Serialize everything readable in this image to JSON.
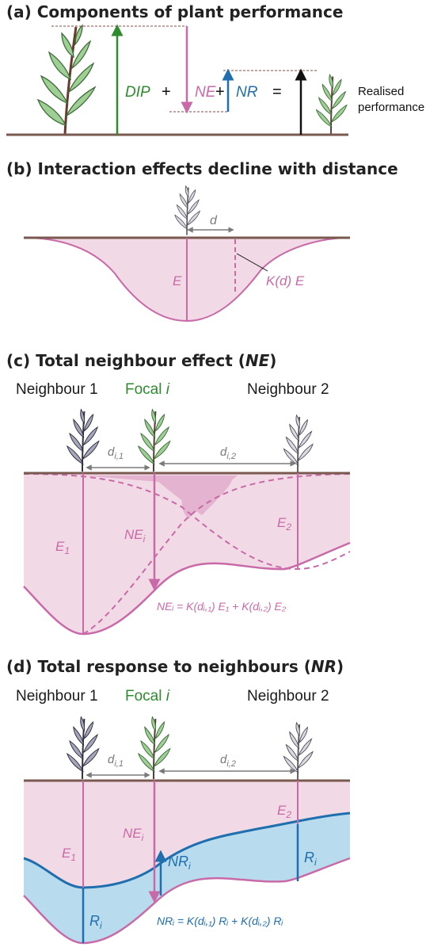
{
  "colors": {
    "green": "#2e8b2e",
    "pink": "#c96aa8",
    "pink_fill": "#f2d9e6",
    "pink_dark_fill": "#e4b3cf",
    "blue": "#1f6fae",
    "blue_fill": "#b8dcee",
    "ground": "#8a6a5e",
    "grey": "#7a7a7a",
    "black": "#111111"
  },
  "icons": {
    "focal_plant": "green-leafy-plant-icon",
    "neighbour_plant": "grey-leafy-plant-icon"
  },
  "panel_a": {
    "title": "(a) Components of plant performance",
    "dip_label": "DIP",
    "plus1": "+",
    "ne_label": "NE",
    "plus2": "+",
    "nr_label": "NR",
    "equals": "=",
    "realised_line1": "Realised",
    "realised_line2": "performance"
  },
  "panel_b": {
    "title": "(b) Interaction effects decline with distance",
    "d_label": "d",
    "e_label": "E",
    "kd_label": "K(d) E"
  },
  "panel_c": {
    "title_prefix": "(c) Total neighbour effect (",
    "title_em": "NE",
    "title_suffix": ")",
    "neighbour1": "Neighbour 1",
    "focal_word": "Focal ",
    "focal_i": "i",
    "neighbour2": "Neighbour 2",
    "d_i1": "d",
    "d_i1_sub": "i,1",
    "d_i2": "d",
    "d_i2_sub": "i,2",
    "e1": "E",
    "e1_sub": "1",
    "ne_i": "NE",
    "ne_i_sub": "i",
    "e2": "E",
    "e2_sub": "2",
    "equation": "NEᵢ = K(dᵢ,₁) E₁ + K(dᵢ,₂) E₂"
  },
  "panel_d": {
    "title_prefix": "(d) Total response to neighbours (",
    "title_em": "NR",
    "title_suffix": ")",
    "neighbour1": "Neighbour 1",
    "focal_word": "Focal ",
    "focal_i": "i",
    "neighbour2": "Neighbour 2",
    "d_i1": "d",
    "d_i1_sub": "i,1",
    "d_i2": "d",
    "d_i2_sub": "i,2",
    "e1": "E",
    "e1_sub": "1",
    "ne_i": "NE",
    "ne_i_sub": "i",
    "e2": "E",
    "e2_sub": "2",
    "nr_i": "NR",
    "nr_i_sub": "i",
    "r_left": "R",
    "r_left_sub": "i",
    "r_right": "R",
    "r_right_sub": "i",
    "equation": "NRᵢ = K(dᵢ,₁) Rᵢ + K(dᵢ,₂) Rᵢ"
  }
}
